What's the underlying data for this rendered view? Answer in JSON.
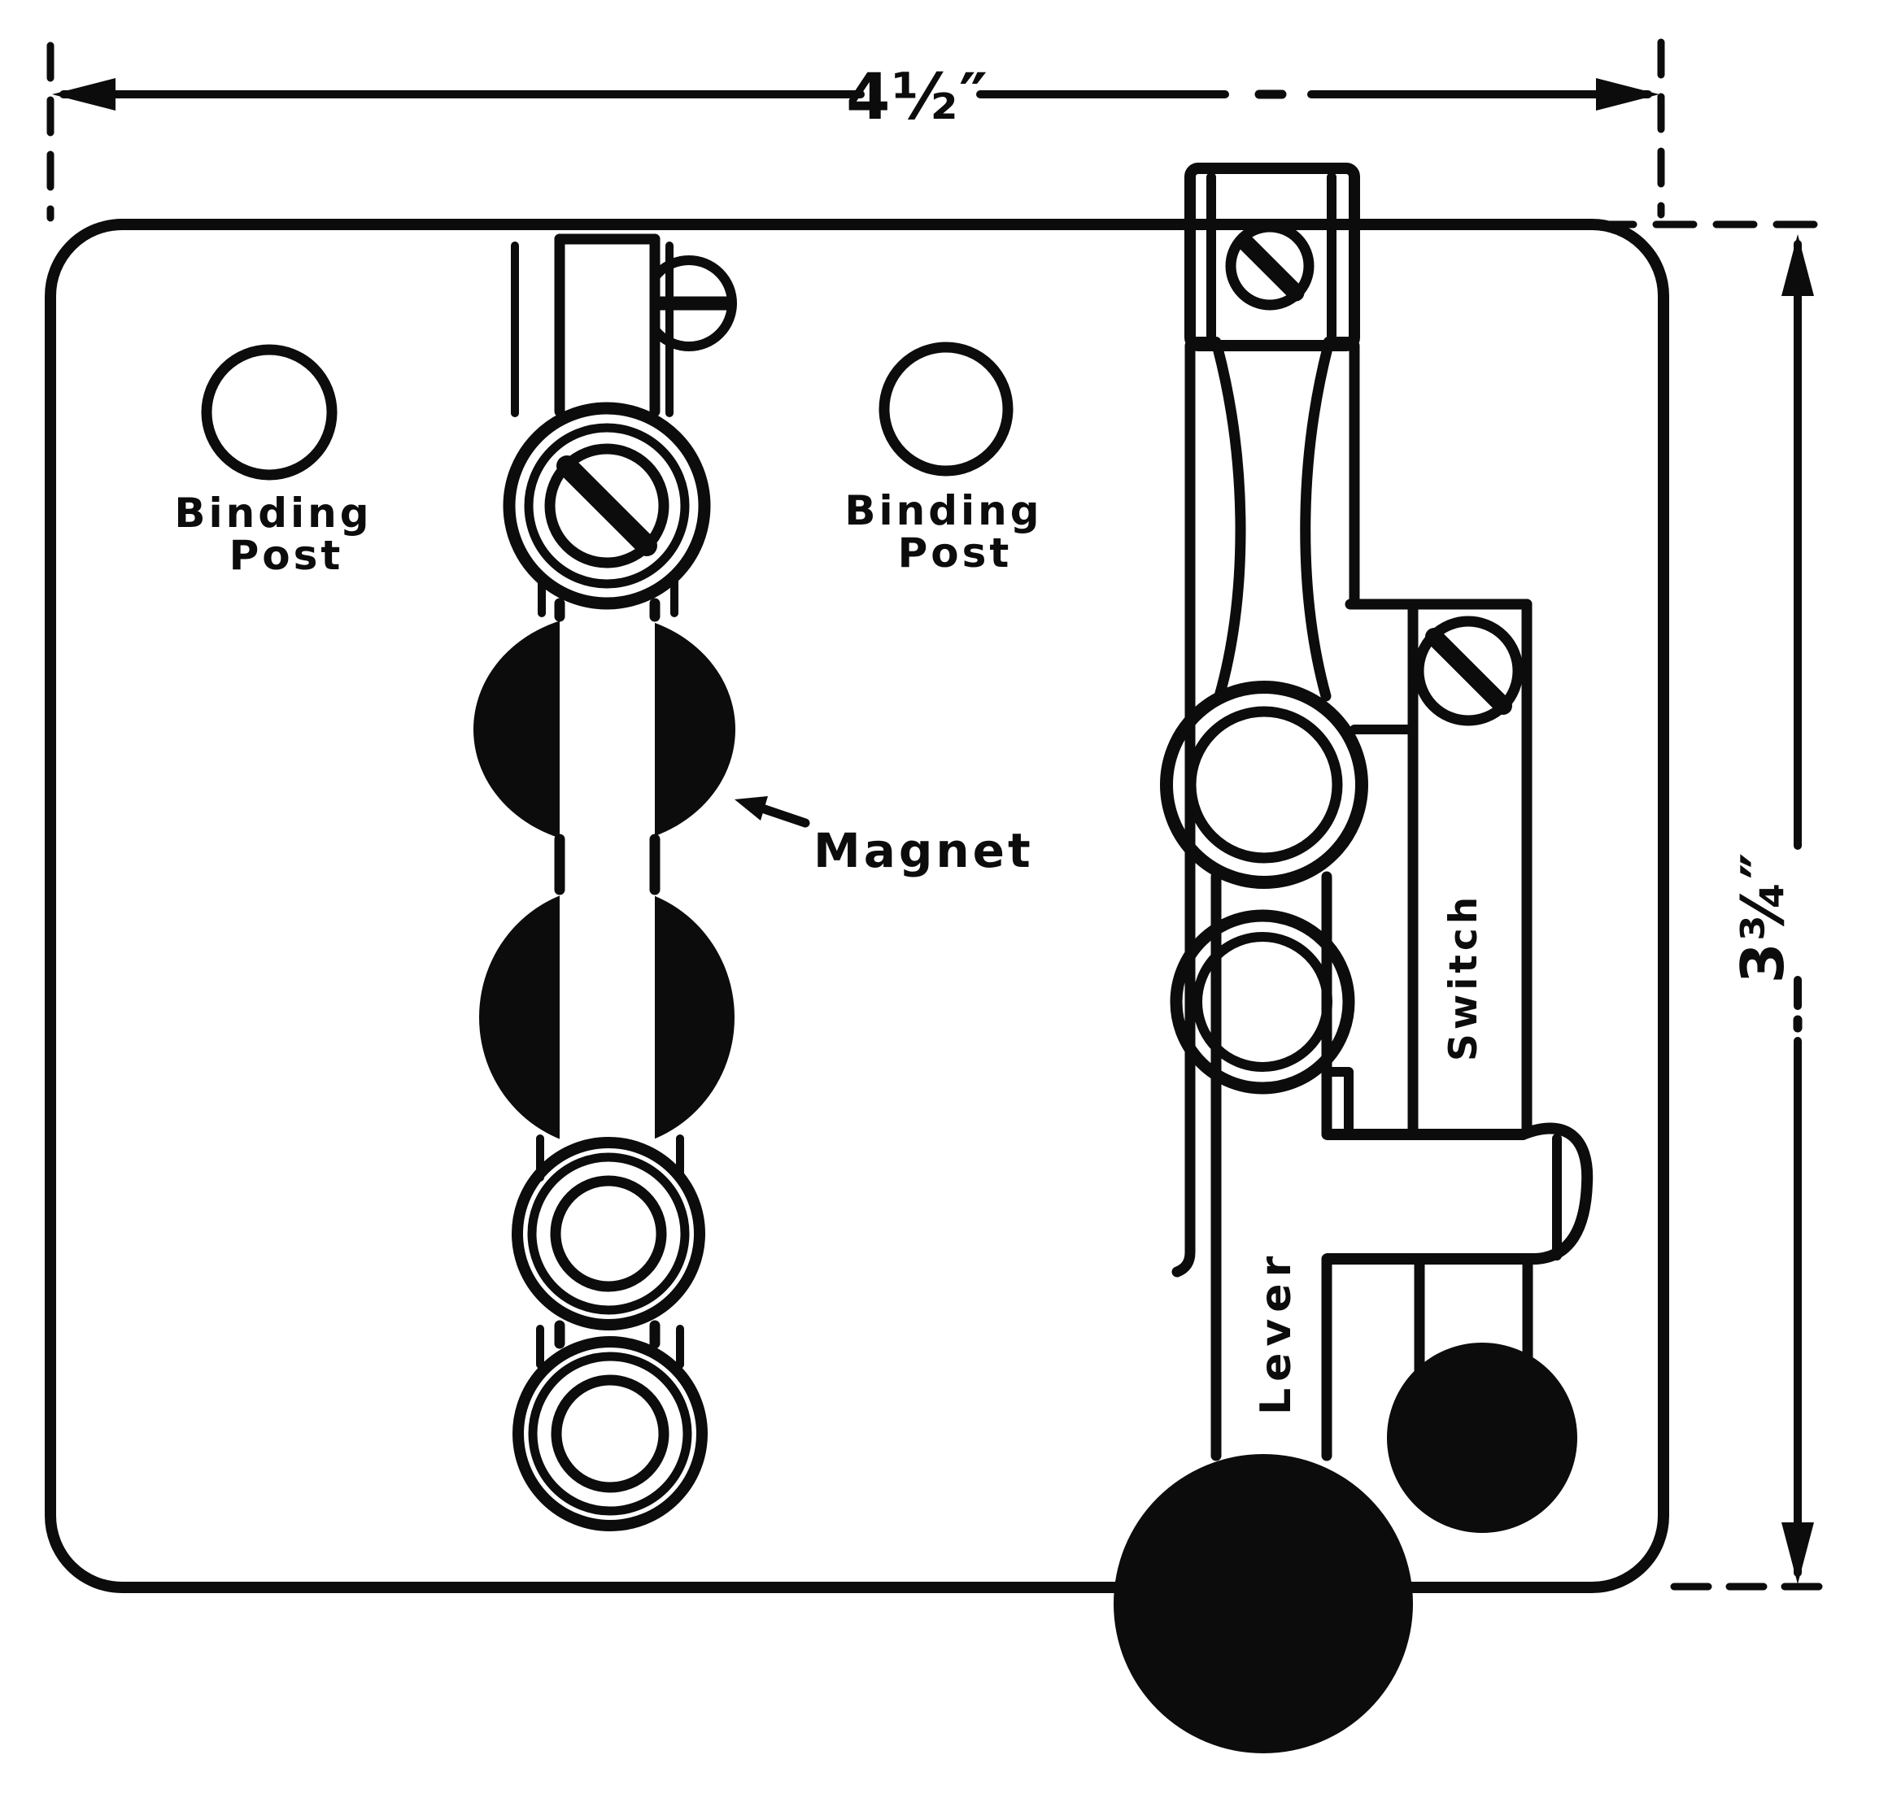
{
  "figure": {
    "type": "technical-line-drawing",
    "subject": "Telegraph key and switch mounted on a base plate, top view",
    "colors": {
      "ink": "#0c0c0c",
      "paper": "#ffffff"
    },
    "dimensions": {
      "width_label": "4½″",
      "height_label": "3¾″"
    },
    "labels": {
      "binding_post_left": {
        "line1": "Binding",
        "line2": "Post"
      },
      "binding_post_right": {
        "line1": "Binding",
        "line2": "Post"
      },
      "magnet": "Magnet",
      "lever": "Lever",
      "switch": "Switch"
    }
  }
}
